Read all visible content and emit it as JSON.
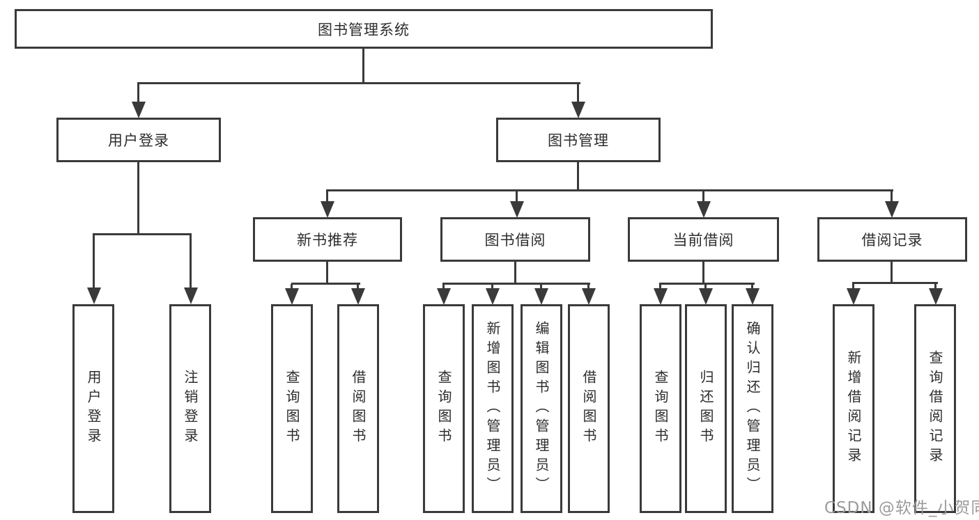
{
  "tree": {
    "label": "图书管理系统",
    "children": [
      {
        "label": "用户登录",
        "children": [
          {
            "label": "用户登录"
          },
          {
            "label": "注销登录"
          }
        ]
      },
      {
        "label": "图书管理",
        "children": [
          {
            "label": "新书推荐",
            "children": [
              {
                "label": "查询图书"
              },
              {
                "label": "借阅图书"
              }
            ]
          },
          {
            "label": "图书借阅",
            "children": [
              {
                "label": "查询图书"
              },
              {
                "label": "新增图书（管理员）"
              },
              {
                "label": "编辑图书（管理员）"
              },
              {
                "label": "借阅图书"
              }
            ]
          },
          {
            "label": "当前借阅",
            "children": [
              {
                "label": "查询图书"
              },
              {
                "label": "归还图书"
              },
              {
                "label": "确认归还（管理员）"
              }
            ]
          },
          {
            "label": "借阅记录",
            "children": [
              {
                "label": "新增借阅记录"
              },
              {
                "label": "查询借阅记录"
              }
            ]
          }
        ]
      }
    ]
  },
  "watermark": "CSDN @软件_小贺同学",
  "colors": {
    "line": "#3a3a3a",
    "text": "#2d2d2d",
    "watermark": "#9b9b9b",
    "background": "#ffffff"
  }
}
